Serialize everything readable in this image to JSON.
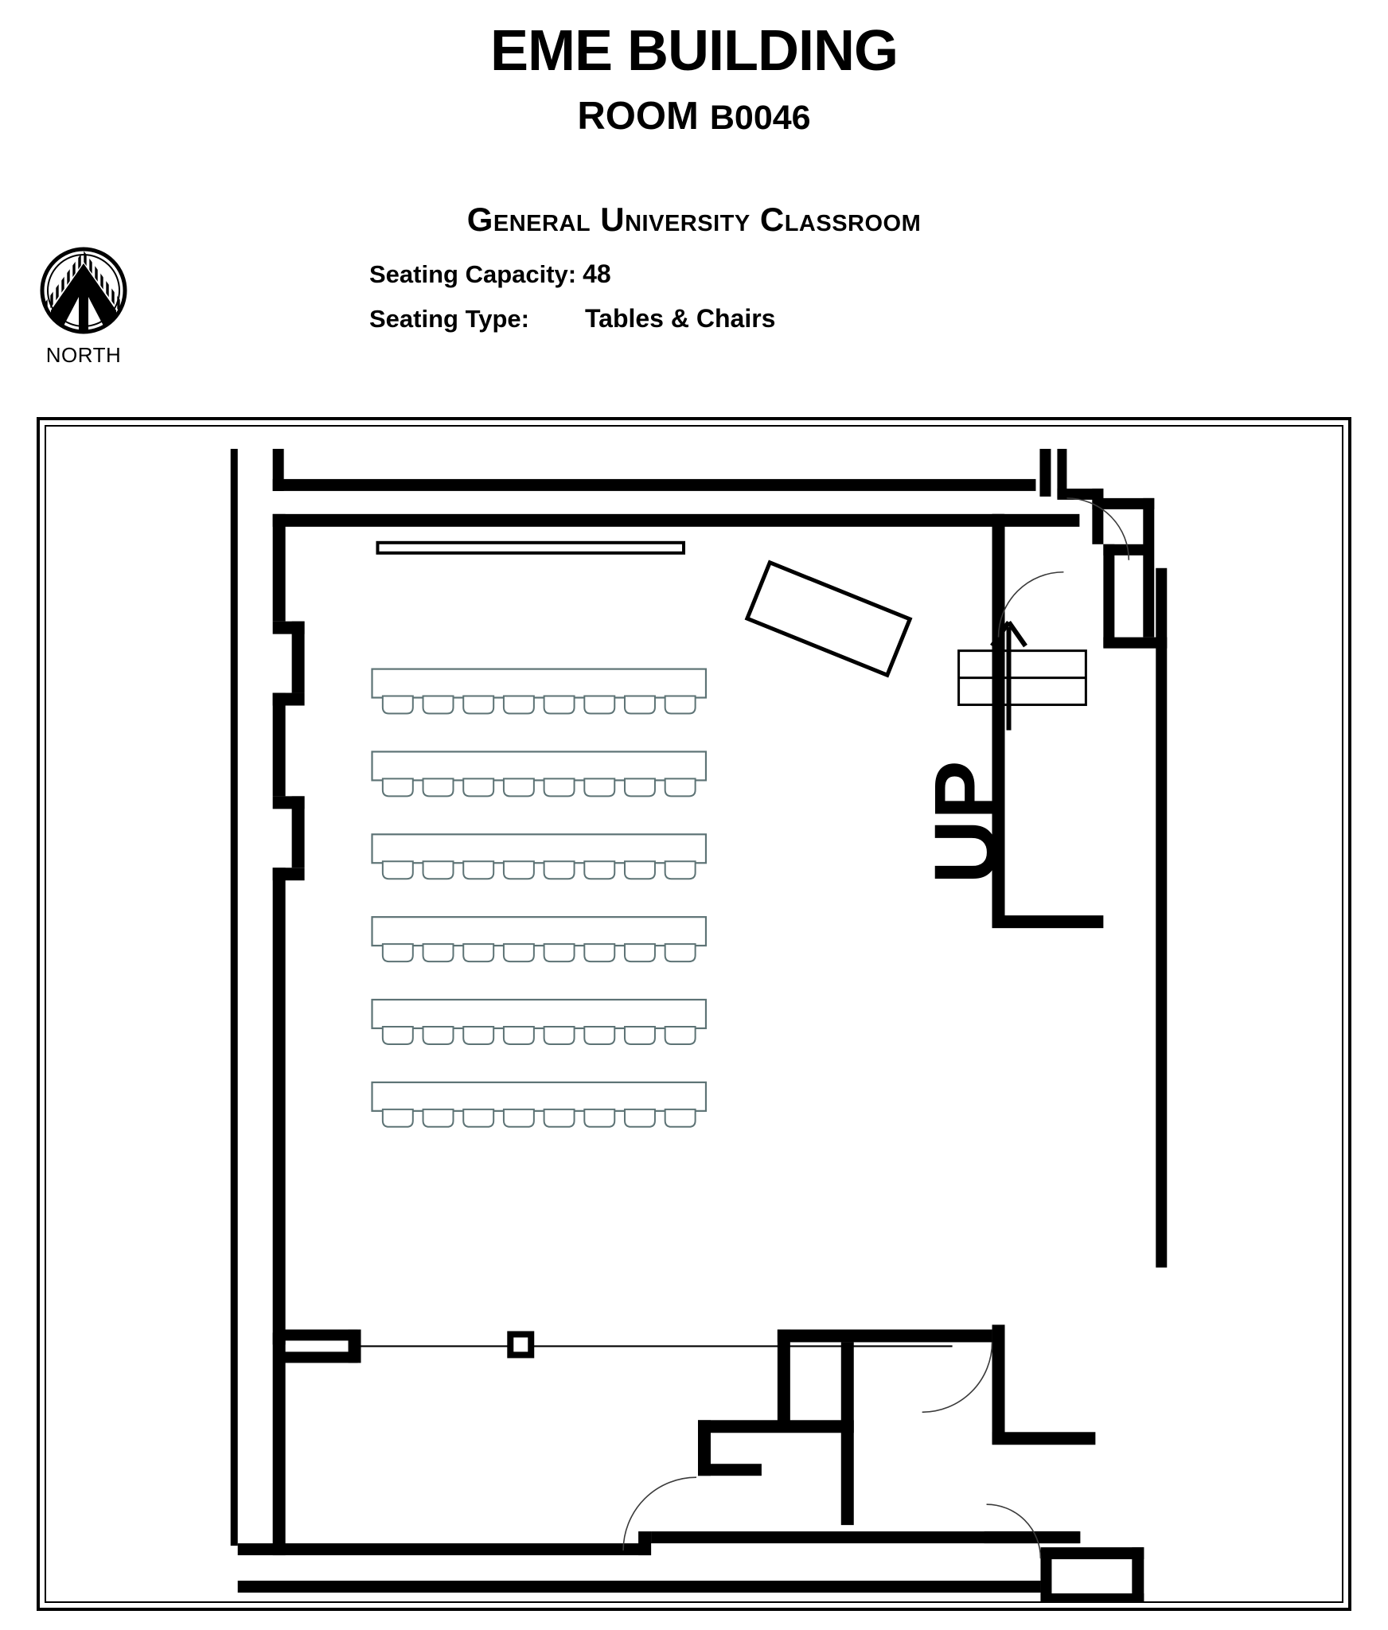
{
  "header": {
    "building_title": "EME BUILDING",
    "room_word": "ROOM",
    "room_number": "B0046",
    "classroom_type": "General University Classroom",
    "capacity_label": "Seating Capacity:",
    "capacity_value": "48",
    "seating_type_label": "Seating Type:",
    "seating_type_value": "Tables & Chairs"
  },
  "compass": {
    "icon": "north-compass-rose-icon",
    "label": "NORTH"
  },
  "floorplan": {
    "stairs_label": "UP",
    "stairs_direction_icon": "up-arrow-icon",
    "seating_rows": 6,
    "chairs_per_row": 8,
    "total_chairs": 48,
    "table_rows": [
      {
        "index": 1,
        "chairs": 8
      },
      {
        "index": 2,
        "chairs": 8
      },
      {
        "index": 3,
        "chairs": 8
      },
      {
        "index": 4,
        "chairs": 8
      },
      {
        "index": 5,
        "chairs": 8
      },
      {
        "index": 6,
        "chairs": 8
      }
    ],
    "fixtures": [
      {
        "name": "whiteboard",
        "label": ""
      },
      {
        "name": "instructor-podium",
        "label": ""
      },
      {
        "name": "stairwell",
        "label": "UP"
      },
      {
        "name": "column",
        "label": ""
      }
    ],
    "doors": 4,
    "colors": {
      "wall": "#000000",
      "furniture_stroke": "#5d7375",
      "furniture_fill": "#ffffff",
      "door_arc": "#3a3a3a",
      "background": "#ffffff"
    }
  }
}
